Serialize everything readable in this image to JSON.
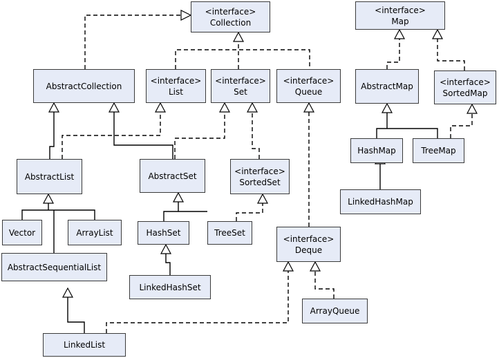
{
  "stereotype": "<interface>",
  "classes": {
    "collection": "Collection",
    "map": "Map",
    "abstract_collection": "AbstractCollection",
    "list": "List",
    "set": "Set",
    "queue": "Queue",
    "abstract_map": "AbstractMap",
    "sorted_map": "SortedMap",
    "hash_map": "HashMap",
    "tree_map": "TreeMap",
    "linked_hash_map": "LinkedHashMap",
    "abstract_list": "AbstractList",
    "abstract_set": "AbstractSet",
    "sorted_set": "SortedSet",
    "vector": "Vector",
    "array_list": "ArrayList",
    "hash_set": "HashSet",
    "tree_set": "TreeSet",
    "deque": "Deque",
    "abstract_sequential_list": "AbstractSequentialList",
    "linked_hash_set": "LinkedHashSet",
    "array_queue": "ArrayQueue",
    "linked_list": "LinkedList"
  }
}
